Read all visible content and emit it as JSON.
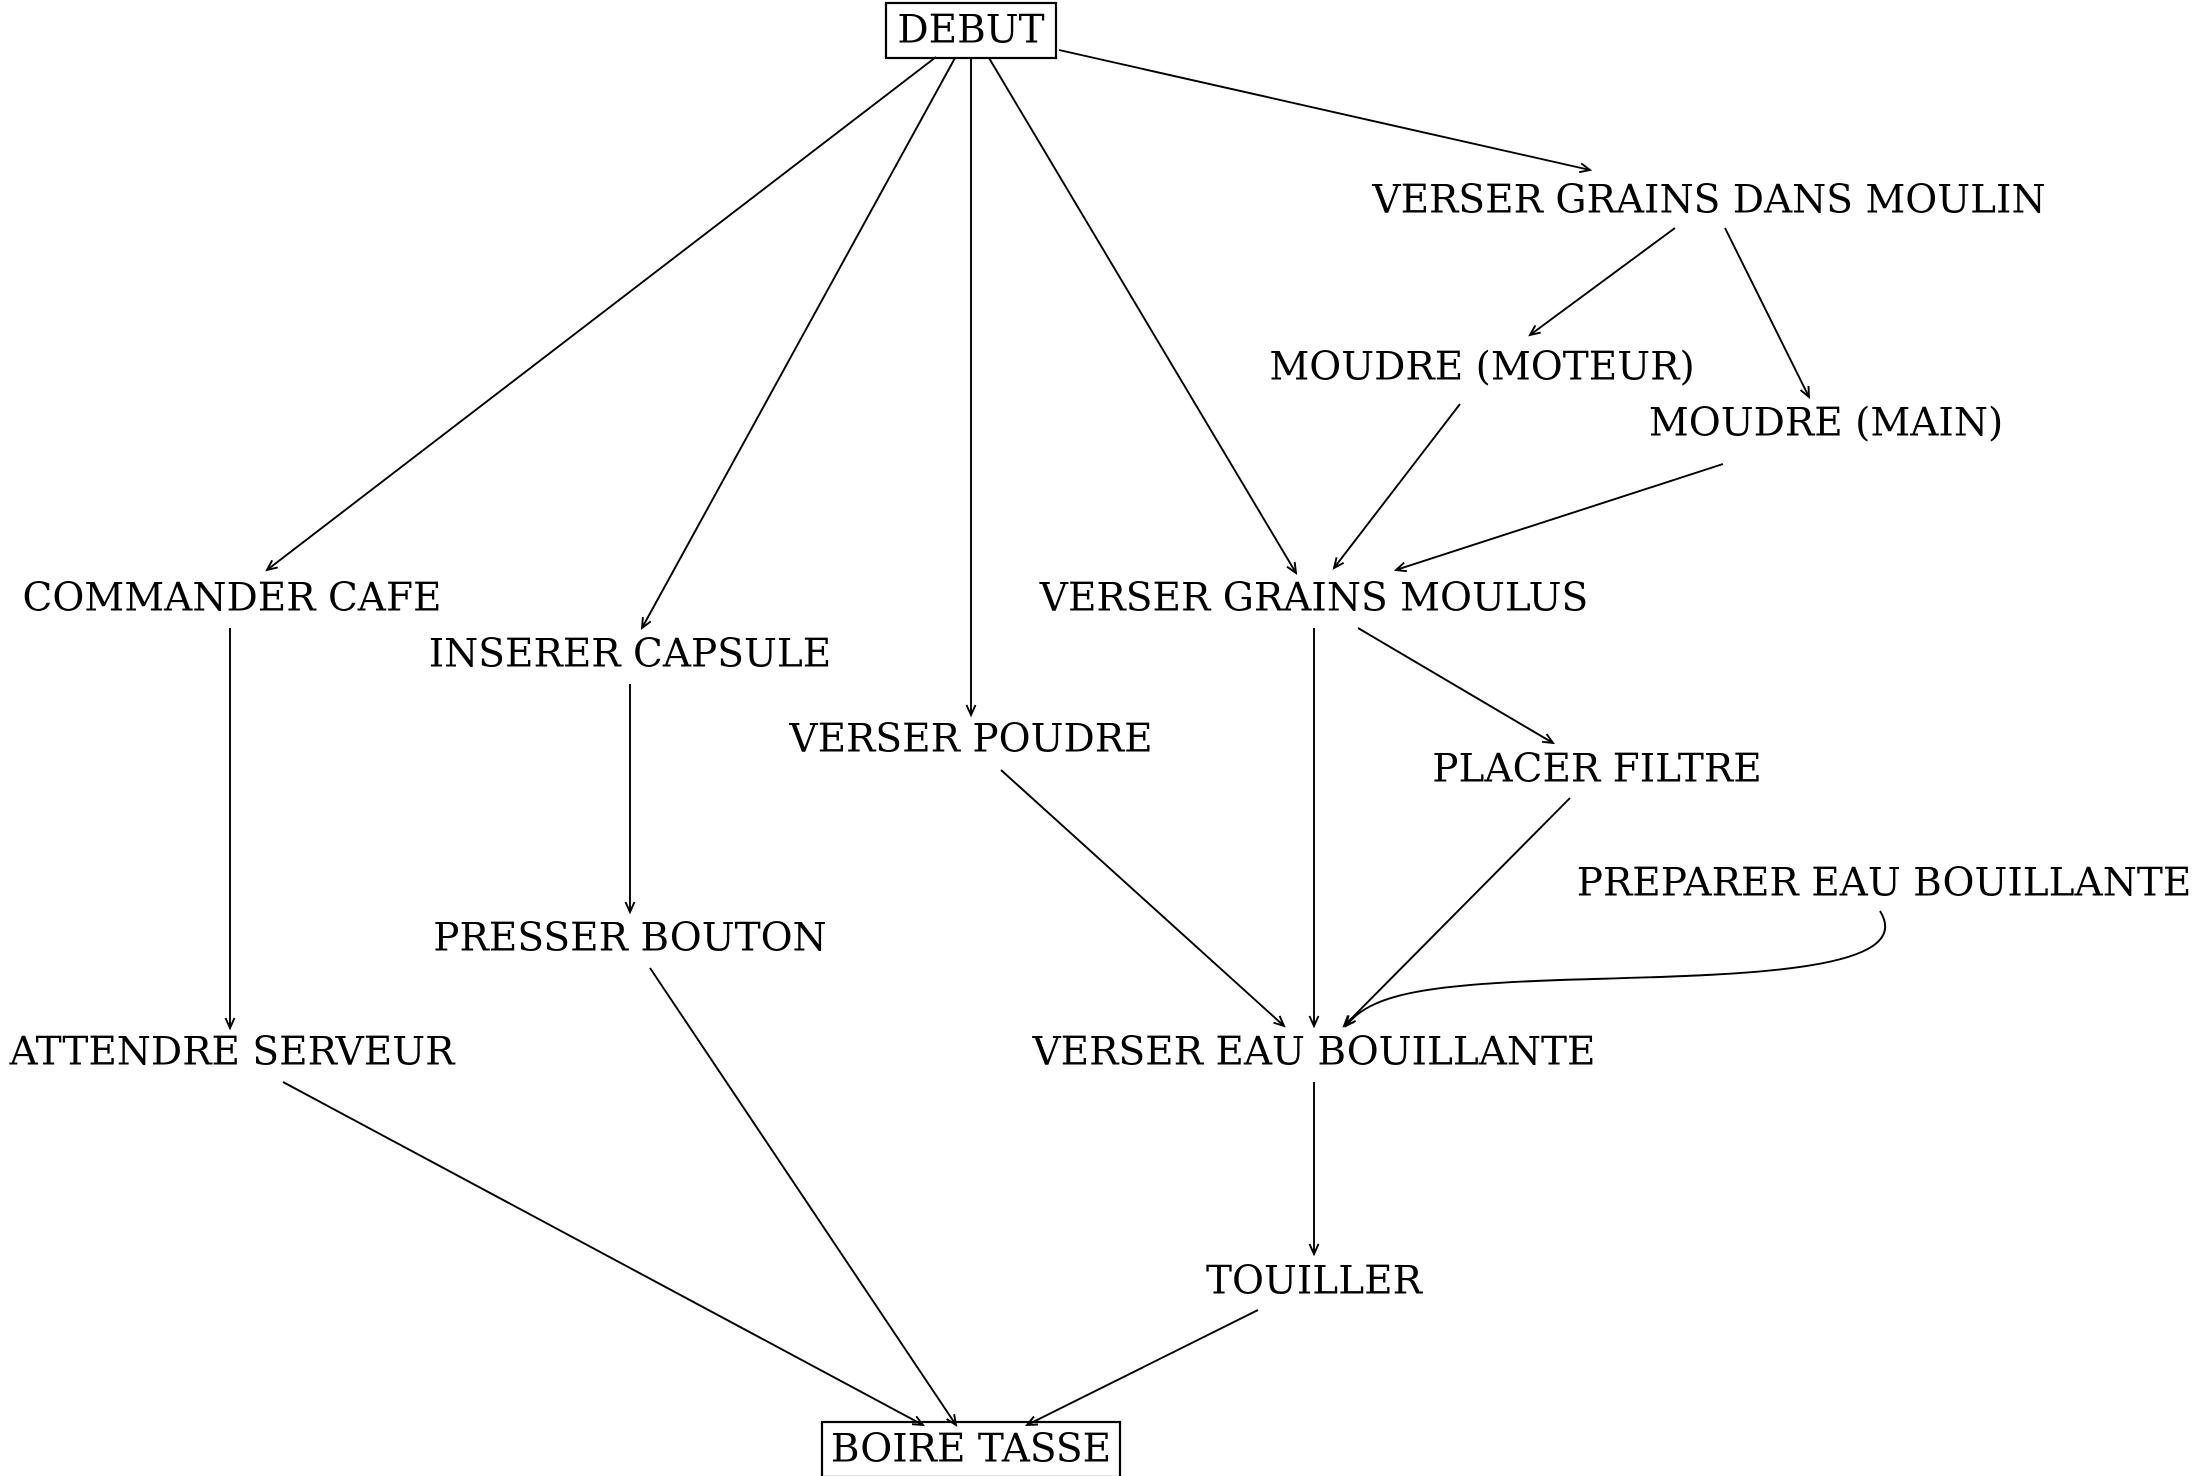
{
  "nodes": {
    "debut": "DEBUT",
    "verser_grains_moulin": "VERSER GRAINS DANS MOULIN",
    "moudre_moteur": "MOUDRE (MOTEUR)",
    "moudre_main": "MOUDRE (MAIN)",
    "commander_cafe": "COMMANDER CAFE",
    "inserer_capsule": "INSERER CAPSULE",
    "verser_poudre": "VERSER POUDRE",
    "verser_grains_moulus": "VERSER GRAINS MOULUS",
    "placer_filtre": "PLACER FILTRE",
    "preparer_eau": "PREPARER EAU BOUILLANTE",
    "presser_bouton": "PRESSER BOUTON",
    "attendre_serveur": "ATTENDRE SERVEUR",
    "verser_eau": "VERSER EAU BOUILLANTE",
    "touiller": "TOUILLER",
    "boire_tasse": "BOIRE TASSE"
  },
  "edges": [
    {
      "from": "debut",
      "to": "verser_grains_moulin"
    },
    {
      "from": "debut",
      "to": "commander_cafe"
    },
    {
      "from": "debut",
      "to": "inserer_capsule"
    },
    {
      "from": "debut",
      "to": "verser_poudre"
    },
    {
      "from": "debut",
      "to": "verser_grains_moulus"
    },
    {
      "from": "verser_grains_moulin",
      "to": "moudre_moteur"
    },
    {
      "from": "verser_grains_moulin",
      "to": "moudre_main"
    },
    {
      "from": "moudre_moteur",
      "to": "verser_grains_moulus"
    },
    {
      "from": "moudre_main",
      "to": "verser_grains_moulus"
    },
    {
      "from": "commander_cafe",
      "to": "attendre_serveur"
    },
    {
      "from": "inserer_capsule",
      "to": "presser_bouton"
    },
    {
      "from": "verser_poudre",
      "to": "verser_eau"
    },
    {
      "from": "verser_grains_moulus",
      "to": "verser_eau"
    },
    {
      "from": "verser_grains_moulus",
      "to": "placer_filtre"
    },
    {
      "from": "placer_filtre",
      "to": "verser_eau"
    },
    {
      "from": "preparer_eau",
      "to": "verser_eau"
    },
    {
      "from": "verser_eau",
      "to": "touiller"
    },
    {
      "from": "attendre_serveur",
      "to": "boire_tasse"
    },
    {
      "from": "presser_bouton",
      "to": "boire_tasse"
    },
    {
      "from": "touiller",
      "to": "boire_tasse"
    }
  ]
}
